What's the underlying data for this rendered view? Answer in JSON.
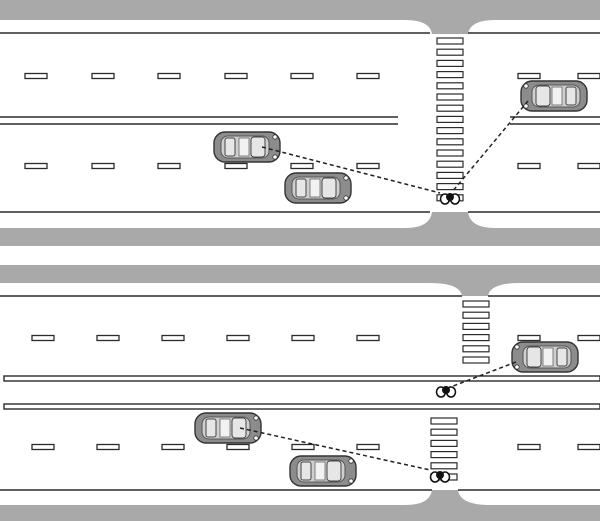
{
  "colors": {
    "sidewalk": "#a9a9a9",
    "road": "#ffffff",
    "line": "#2b2b2b",
    "car_body": "#8c8c8c",
    "car_glass": "#e6e6e6",
    "sightline": "#222222"
  },
  "panels": [
    {
      "name": "panel-top-midblock-crossing",
      "median": "double-line",
      "crosswalk": "continuous",
      "pedestrians": [
        {
          "name": "pedestrian-curb"
        }
      ],
      "vehicles": [
        {
          "name": "car-eastbound-inner",
          "direction": "east"
        },
        {
          "name": "car-eastbound-outer",
          "direction": "east"
        },
        {
          "name": "car-westbound",
          "direction": "west"
        }
      ],
      "sightlines": [
        {
          "name": "sightline-to-eastbound-car"
        },
        {
          "name": "sightline-to-westbound-car"
        }
      ]
    },
    {
      "name": "panel-bottom-median-refuge-crossing",
      "median": "refuge-island",
      "crosswalk": "staggered",
      "pedestrians": [
        {
          "name": "pedestrian-curb"
        },
        {
          "name": "pedestrian-median"
        }
      ],
      "vehicles": [
        {
          "name": "car-eastbound-inner",
          "direction": "east"
        },
        {
          "name": "car-eastbound-outer",
          "direction": "east"
        },
        {
          "name": "car-westbound",
          "direction": "west"
        }
      ],
      "sightlines": [
        {
          "name": "sightline-to-eastbound-car"
        },
        {
          "name": "sightline-from-median-to-westbound-car"
        }
      ]
    }
  ]
}
